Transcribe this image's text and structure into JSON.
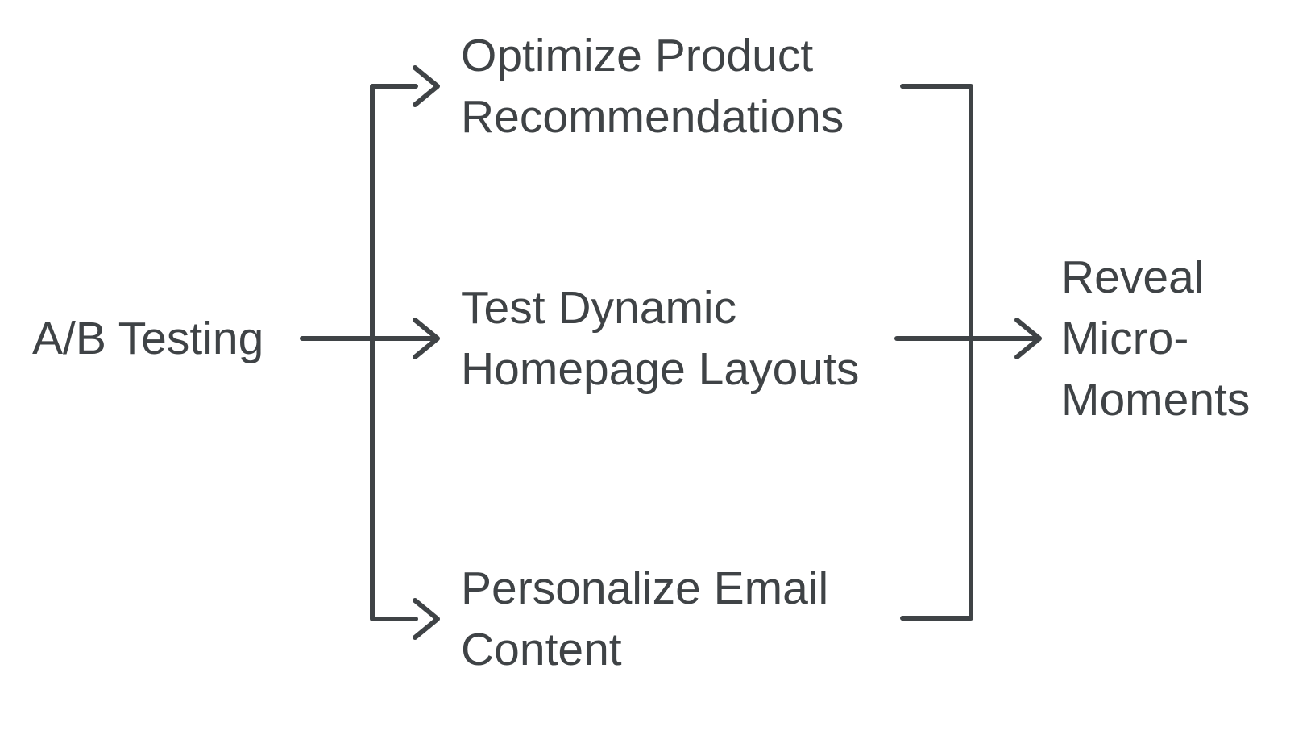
{
  "colors": {
    "line": "#3f4346",
    "text": "#3f4346",
    "background": "#ffffff"
  },
  "diagram": {
    "type": "branching-flow",
    "root": {
      "label": "A/B Testing"
    },
    "branches": [
      {
        "lines": [
          "Optimize Product",
          "Recommendations"
        ]
      },
      {
        "lines": [
          "Test Dynamic",
          "Homepage Layouts"
        ]
      },
      {
        "lines": [
          "Personalize Email",
          "Content"
        ]
      }
    ],
    "result": {
      "lines": [
        "Reveal",
        "Micro-",
        "Moments"
      ]
    }
  }
}
